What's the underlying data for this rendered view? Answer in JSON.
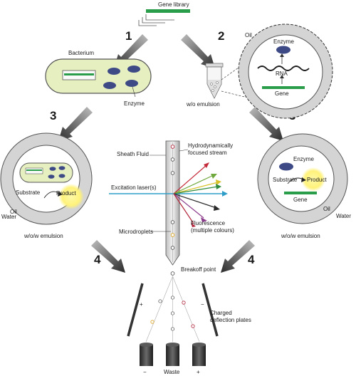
{
  "labels": {
    "gene_library": "Gene library",
    "bacterium": "Bacterium",
    "enzyme_left": "Enzyme",
    "oil_top": "Oil",
    "enzyme_top": "Enzyme",
    "rna": "RNA",
    "gene_top": "Gene",
    "wo_emulsion": "w/o emulsion",
    "substrate_left": "Substrate",
    "product_left": "Product",
    "water_left": "Water",
    "oil_left": "Oil",
    "wow_left": "w/o/w emulsion",
    "enzyme_right": "Enzyme",
    "substrate_right": "Substrate",
    "product_right": "Product",
    "gene_right": "Gene",
    "oil_right": "Oil",
    "water_right": "Water",
    "wow_right": "w/o/w emulsion",
    "sheath_fluid": "Sheath Fluid",
    "hydro_1": "Hydrodynamically",
    "hydro_2": "focused stream",
    "excitation": "Excitation laser(s)",
    "fluor_1": "Fluorescence",
    "fluor_2": "(multiple colours)",
    "microdroplets": "Microdroplets",
    "breakoff": "Breakoff point",
    "charged_1": "Charged",
    "charged_2": "deflection plates",
    "waste": "Waste",
    "minus": "−",
    "plus": "+",
    "plate_minus": "−",
    "plate_plus": "+"
  },
  "steps": {
    "s1": "1",
    "s2": "2",
    "s3_left": "3",
    "s3_right": "3",
    "s4_left": "4",
    "s4_right": "4"
  },
  "colors": {
    "gene_green": "#2a9d4a",
    "enzyme_blue": "#3d4a86",
    "bacterium_fill": "#e6efc0",
    "emulsion_gray": "#d4d4d4",
    "product_glow": "#fff27a",
    "laser_blue": "#2e9ec9"
  }
}
